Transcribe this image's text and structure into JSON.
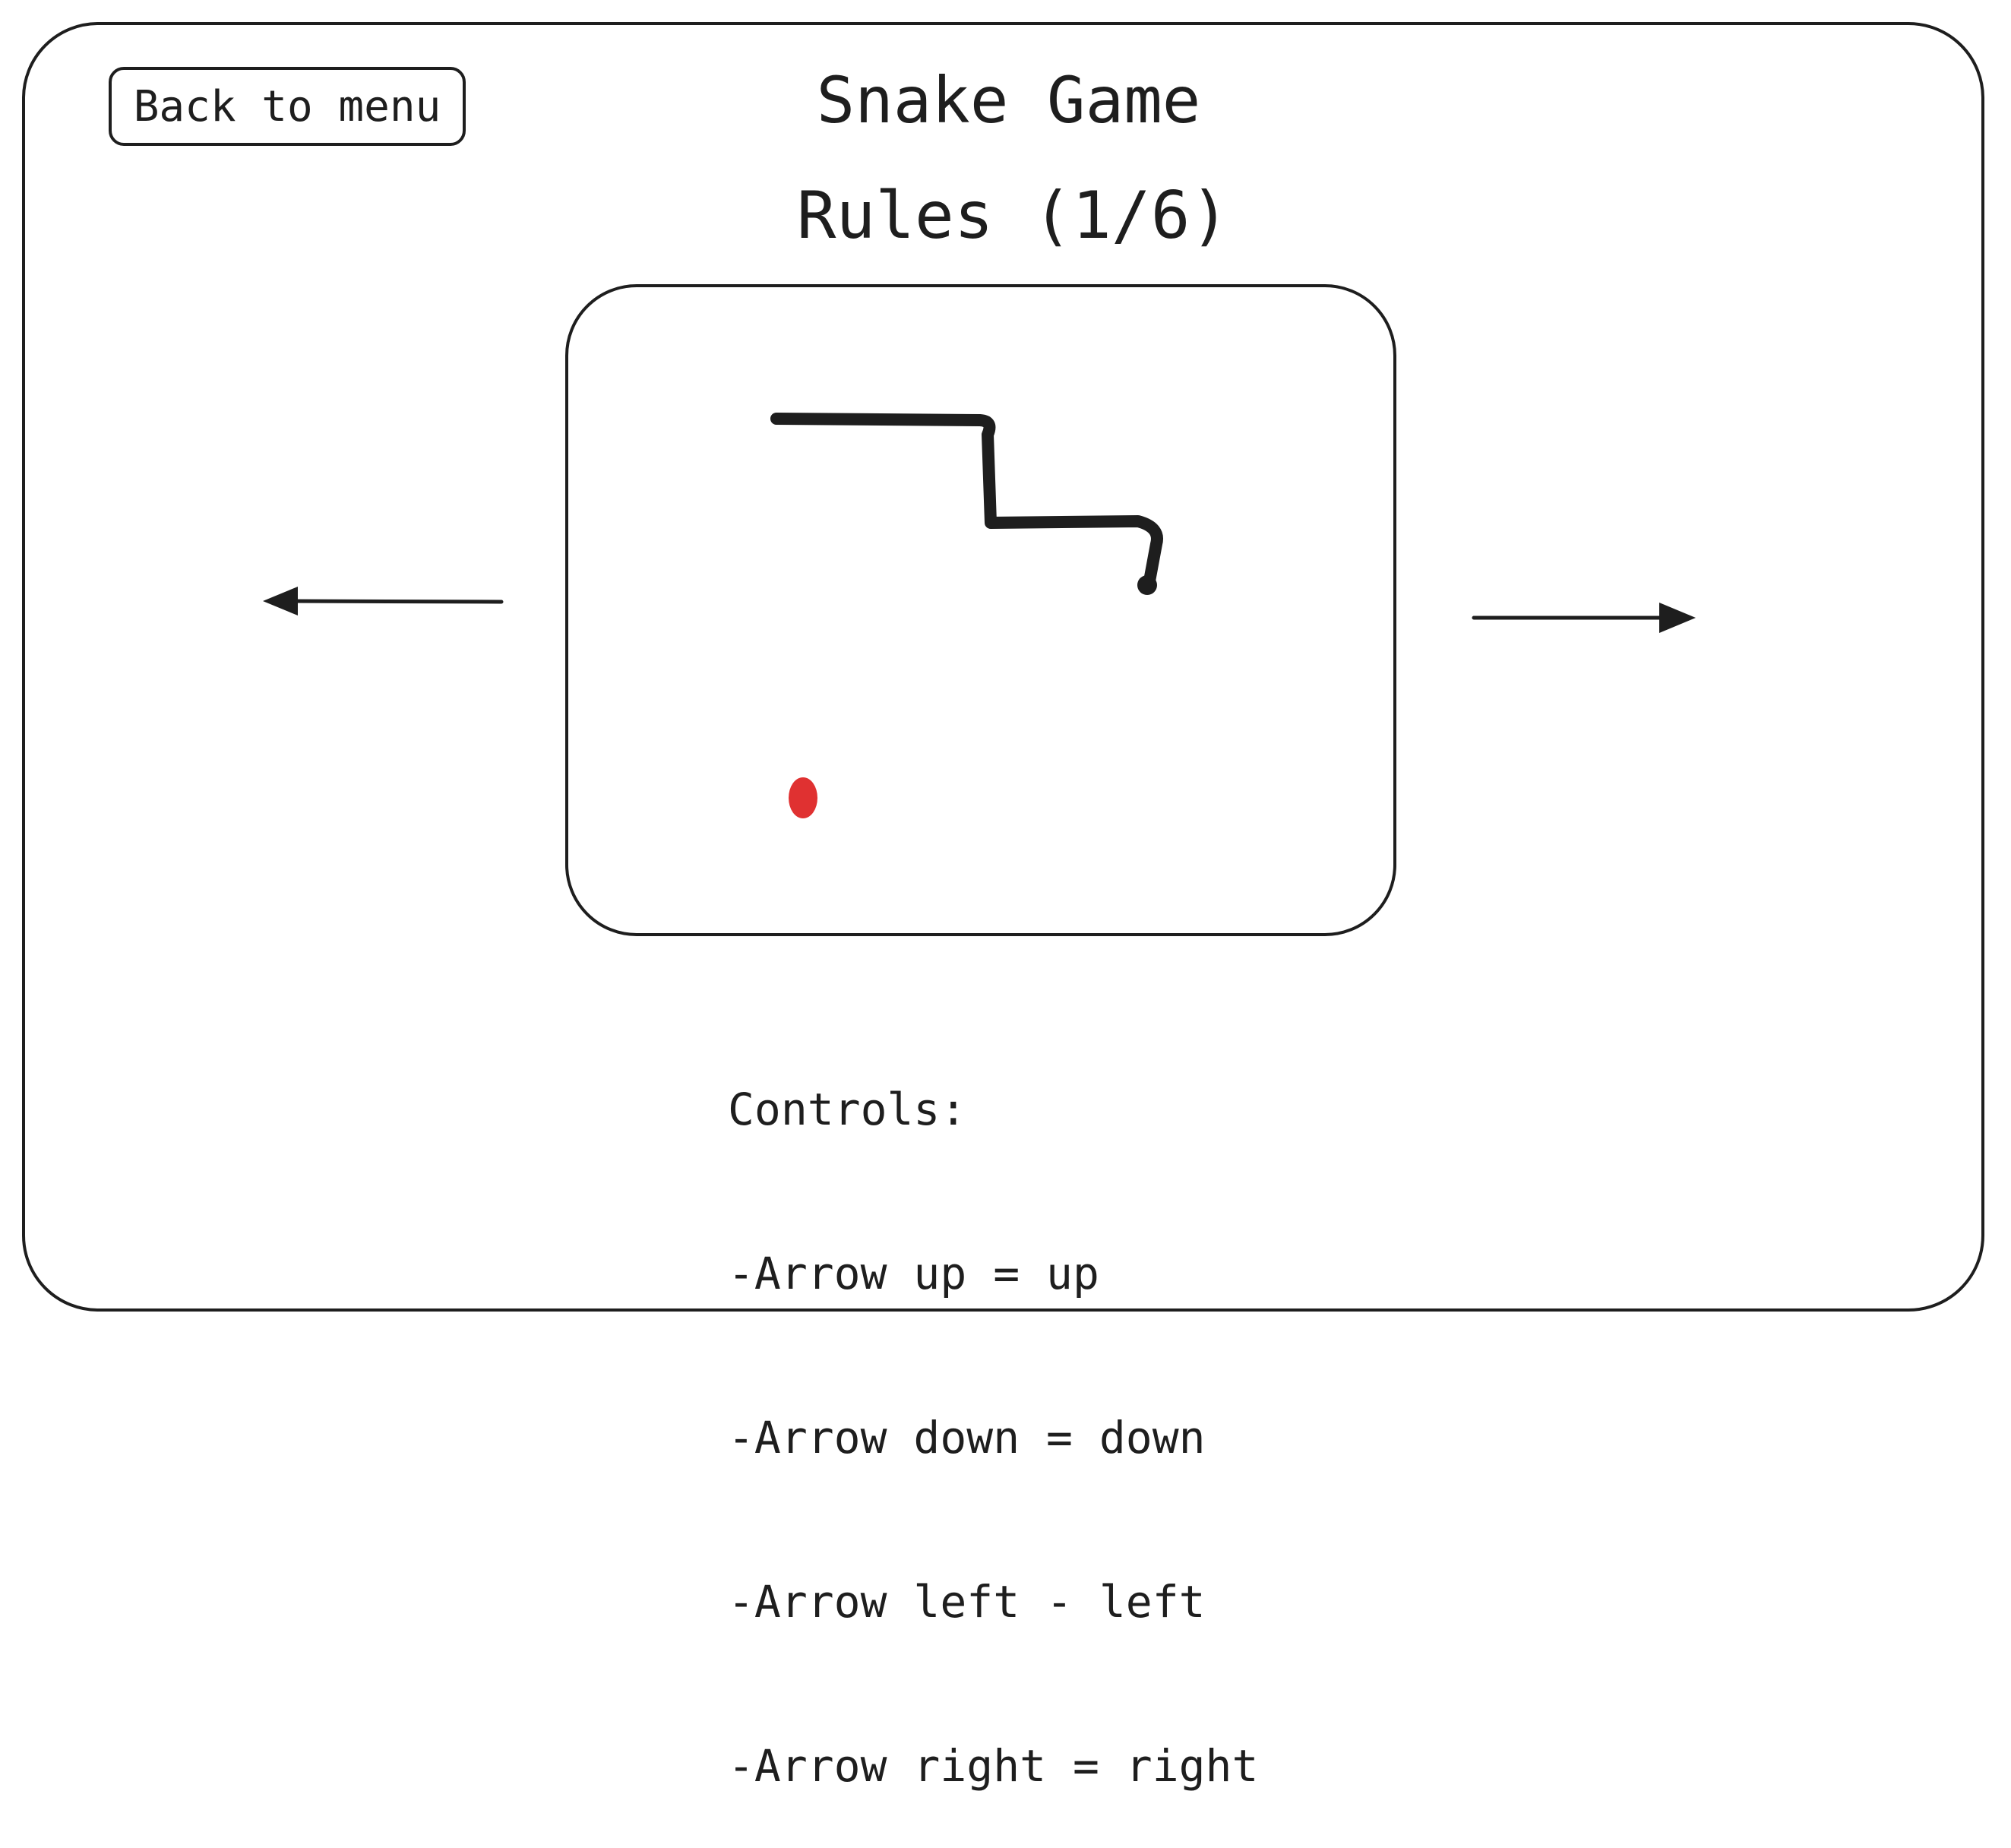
{
  "header": {
    "back_label": "Back to menu",
    "title": "Snake Game",
    "rules_title": "Rules (1/6)"
  },
  "preview": {
    "snake_color": "#1e1e1e",
    "food_color": "#e03131"
  },
  "controls": {
    "heading": "Controls:",
    "lines": [
      "-Arrow up = up",
      "-Arrow down = down",
      "-Arrow left - left",
      "-Arrow right = right"
    ]
  },
  "nav": {
    "prev_icon": "arrow-left-icon",
    "next_icon": "arrow-right-icon"
  }
}
